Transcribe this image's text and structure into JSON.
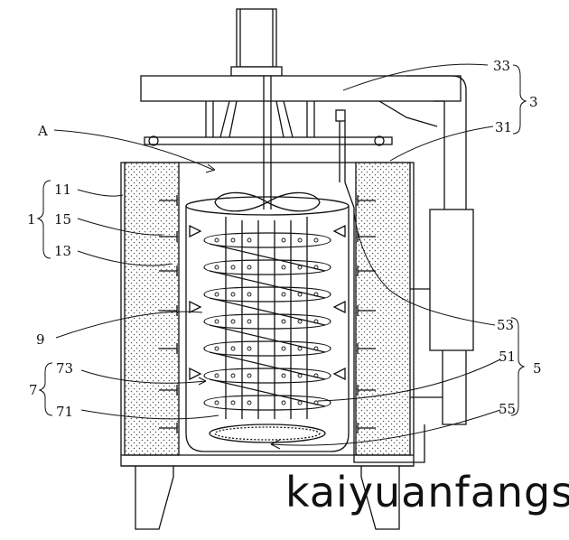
{
  "figure": {
    "callouts": [
      {
        "id": "c33",
        "text": "33"
      },
      {
        "id": "c3",
        "text": "3"
      },
      {
        "id": "c31",
        "text": "31"
      },
      {
        "id": "cA",
        "text": "A"
      },
      {
        "id": "c11",
        "text": "11"
      },
      {
        "id": "c1",
        "text": "1"
      },
      {
        "id": "c15",
        "text": "15"
      },
      {
        "id": "c13",
        "text": "13"
      },
      {
        "id": "c9",
        "text": "9"
      },
      {
        "id": "c53",
        "text": "53"
      },
      {
        "id": "c51",
        "text": "51"
      },
      {
        "id": "c5",
        "text": "5"
      },
      {
        "id": "c73",
        "text": "73"
      },
      {
        "id": "c7",
        "text": "7"
      },
      {
        "id": "c71",
        "text": "71"
      },
      {
        "id": "c55",
        "text": "55"
      }
    ],
    "watermark": "kaiyuanfangsl"
  }
}
